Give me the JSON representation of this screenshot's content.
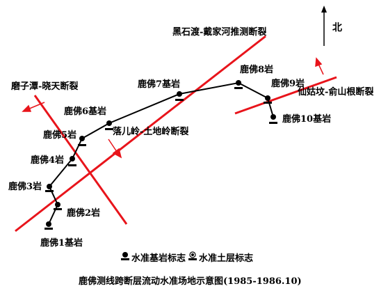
{
  "north_label": "北",
  "faults": {
    "heishidu": "黑石渡-戴家河推测断裂",
    "mozitan": "磨子潭-晓天断裂",
    "luoerling": "落儿岭-土地岭断裂",
    "xianguxu": "仙姑坟-俞山根断裂"
  },
  "stations": {
    "s1": "鹿佛1基岩",
    "s2": "鹿佛2岩",
    "s3": "鹿佛3岩",
    "s4": "鹿佛4岩",
    "s5": "鹿佛5岩",
    "s6": "鹿佛6基岩",
    "s7": "鹿佛7基岩",
    "s8": "鹿佛8岩",
    "s9": "鹿佛9岩",
    "s10": "鹿佛10基岩"
  },
  "legend": {
    "bedrock": "水准基岩标志",
    "soil": "水准土层标志"
  },
  "caption": "鹿佛测线跨断层流动水准场地示意图(1985-1986.10)",
  "colors": {
    "fault": "#e8141b",
    "route": "#000000"
  }
}
